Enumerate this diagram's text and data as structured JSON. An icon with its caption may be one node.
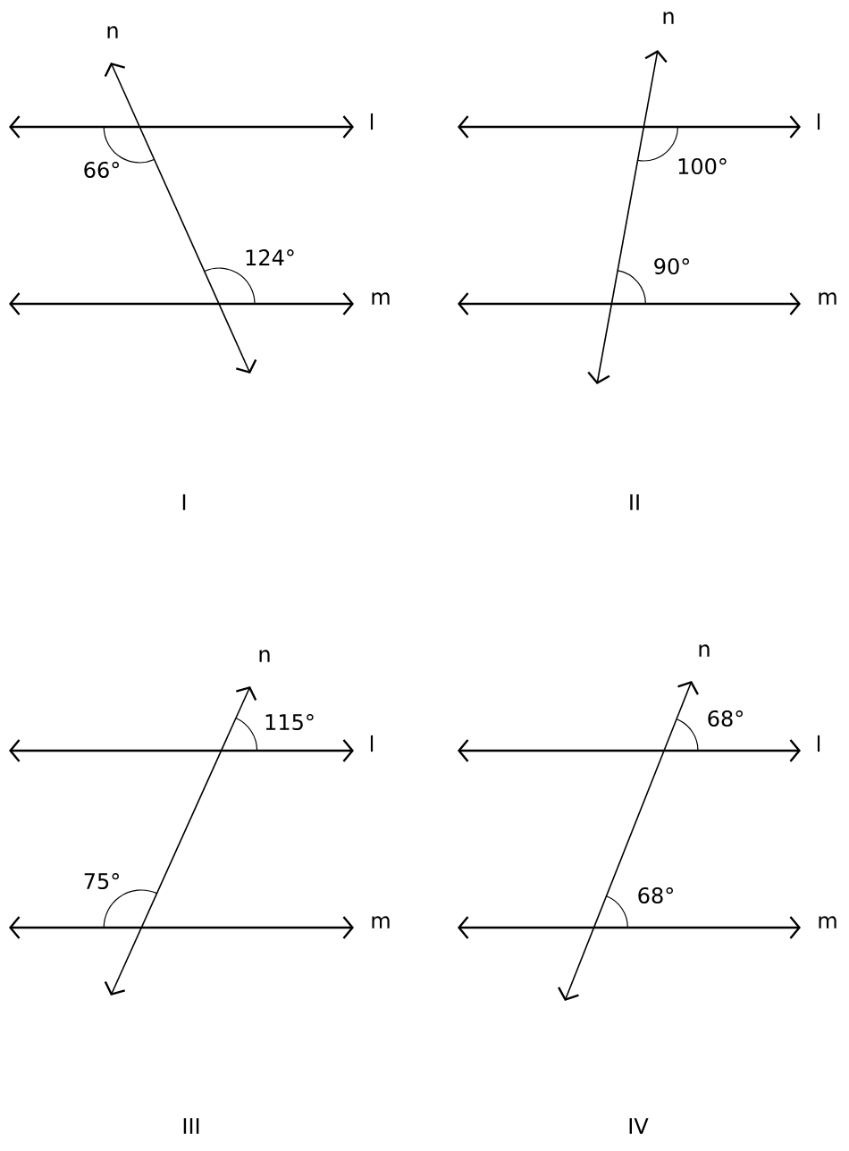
{
  "diagram": {
    "labels": [
      "n",
      "l",
      "66°",
      "124°",
      "m",
      "I",
      "n",
      "l",
      "100°",
      "90°",
      "m",
      "II",
      "n",
      "l",
      "115°",
      "75°",
      "m",
      "III",
      "n",
      "l",
      "68°",
      "68°",
      "m",
      "IV"
    ]
  }
}
